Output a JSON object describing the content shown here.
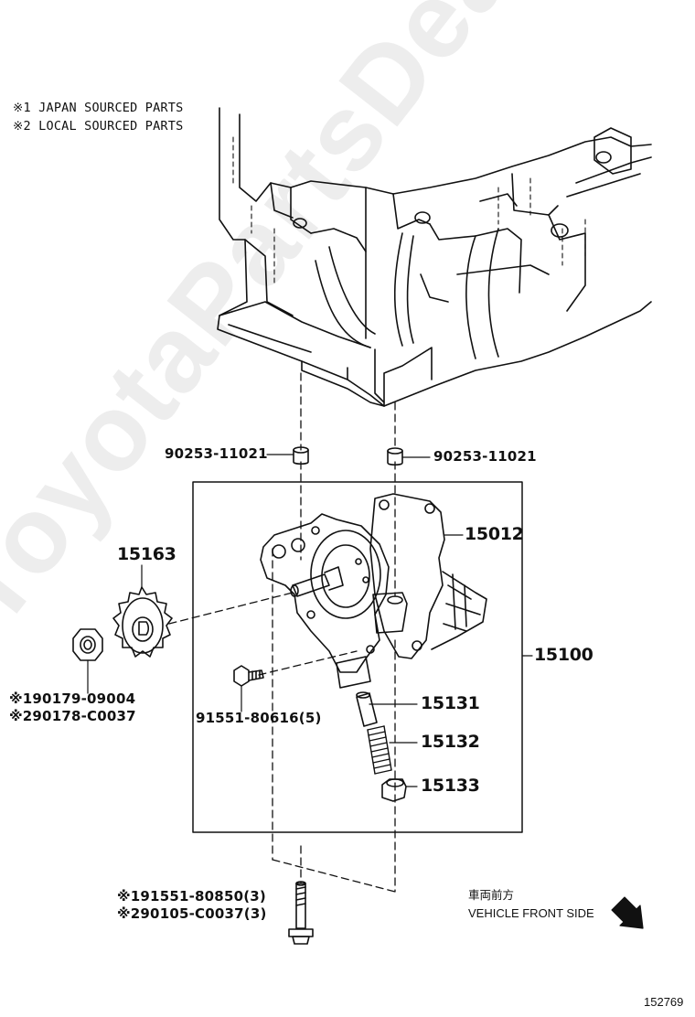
{
  "notes": [
    "※1 JAPAN SOURCED PARTS",
    "※2 LOCAL SOURCED PARTS"
  ],
  "callouts": {
    "dowel_left": "90253-11021",
    "dowel_right": "90253-11021",
    "sprocket": "15163",
    "pump_cover": "15012",
    "pump_assembly": "15100",
    "nut_jp": "※190179-09004",
    "nut_local": "※290178-C0037",
    "bolt_small": "91551-80616(5)",
    "relief_valve": "15131",
    "spring": "15132",
    "plug": "15133",
    "bolt_jp": "※191551-80850(3)",
    "bolt_local": "※290105-C0037(3)"
  },
  "direction": {
    "jp": "車両前方",
    "en": "VEHICLE FRONT SIDE",
    "icon": "arrow-down-right-icon"
  },
  "figure_number": "152769",
  "watermark": "ToyotaPartsDeal.com"
}
